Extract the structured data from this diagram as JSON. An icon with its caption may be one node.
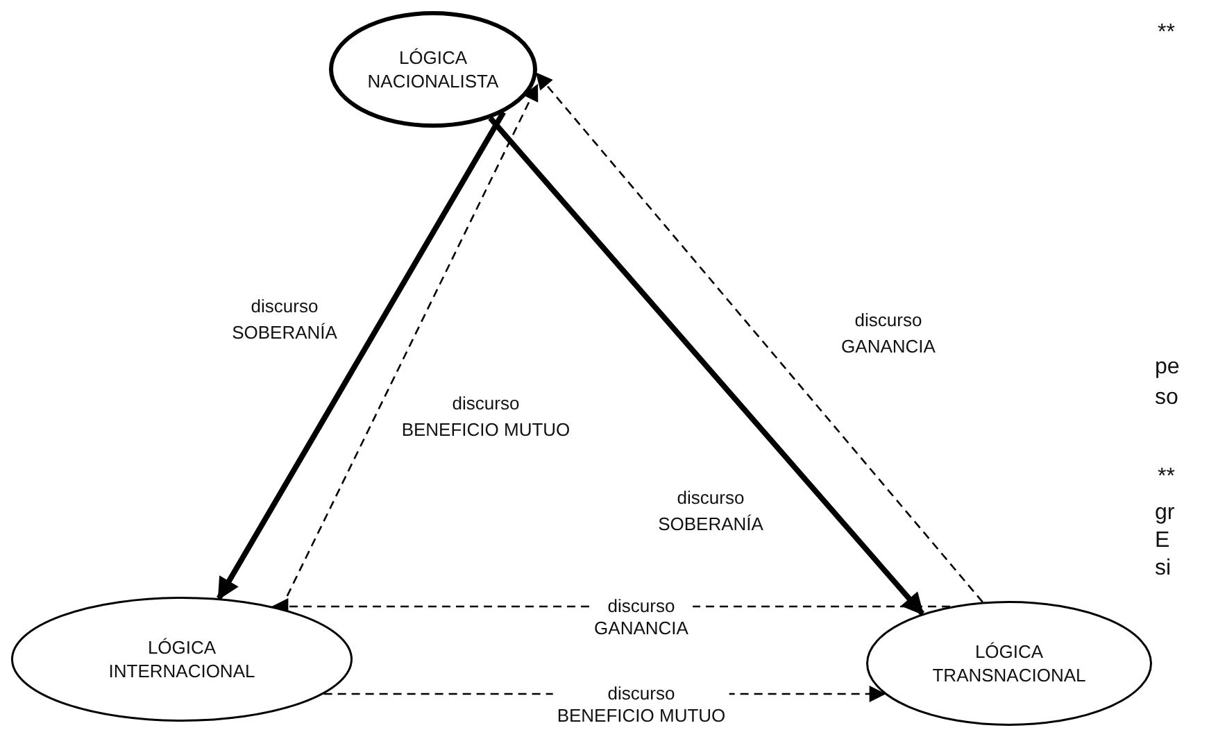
{
  "diagram": {
    "nodes": [
      {
        "text": [
          "LÓGICA NACIONALISTA"
        ]
      },
      {
        "text": [
          "LÓGICA INTERNACIONAL"
        ]
      },
      {
        "text": [
          "LÓGICA TRANSNACIONAL"
        ]
      }
    ],
    "edges": [
      {
        "from": 0,
        "to": 1,
        "arrow": "to",
        "label": "discurso SOBERANÍA",
        "style": "thick"
      },
      {
        "from": 1,
        "to": 0,
        "arrow": "to",
        "label": "discurso BENEFICIO MUTUO",
        "style": "dashed"
      },
      {
        "from": 0,
        "to": 2,
        "arrow": "to",
        "label": "discurso SOBERANÍA",
        "style": "thick"
      },
      {
        "from": 2,
        "to": 0,
        "arrow": "to",
        "label": "discurso GANANCIA",
        "style": "dashed"
      },
      {
        "from": 2,
        "to": 1,
        "arrow": "to",
        "label": "discurso GANANCIA",
        "style": "dashed"
      },
      {
        "from": 1,
        "to": 2,
        "arrow": "to",
        "label": "discurso BENEFICIO MUTUO",
        "style": "dashed"
      }
    ],
    "labels": [
      "**",
      "pe",
      "so",
      "**",
      "gr",
      "E",
      "si"
    ]
  }
}
